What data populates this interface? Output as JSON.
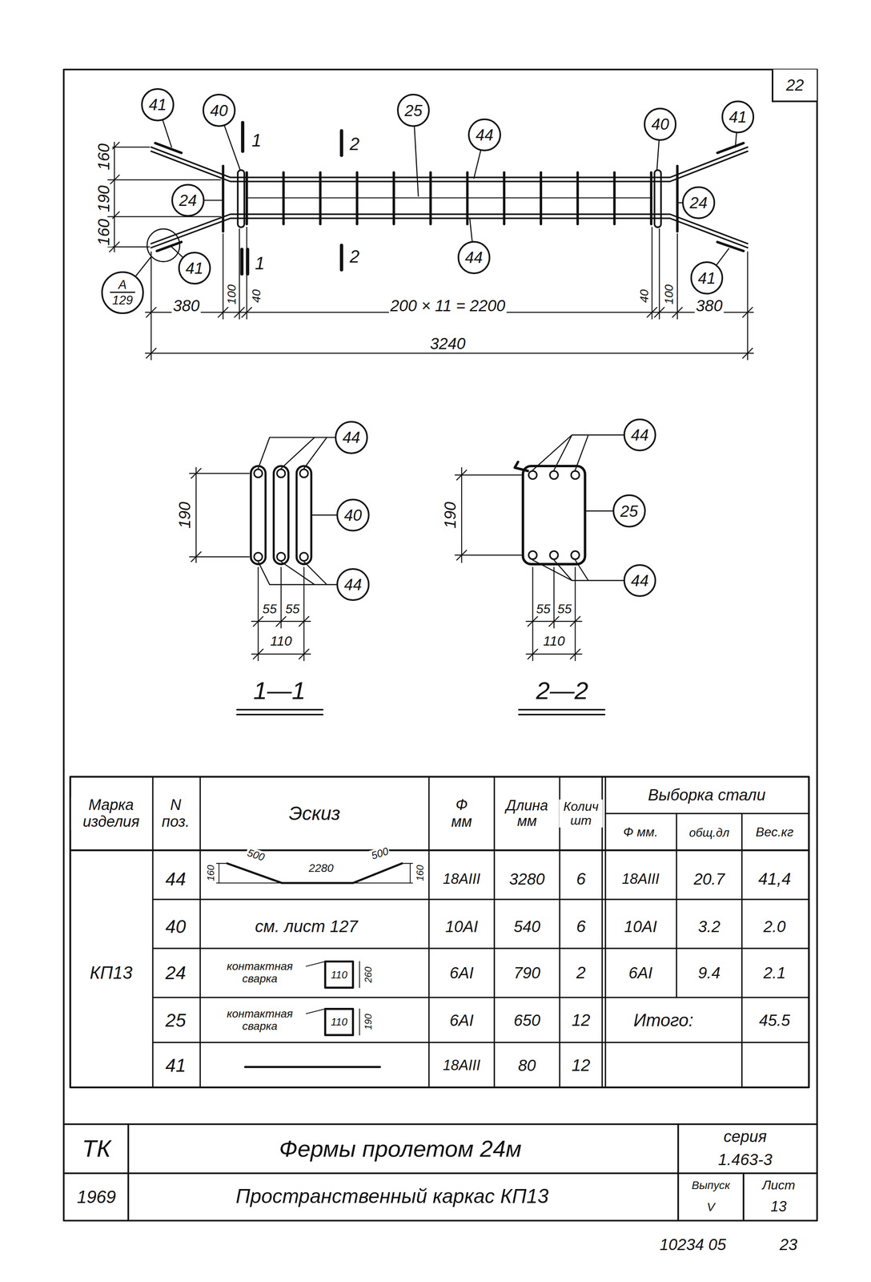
{
  "diagram": {
    "title": "Фермы пролетом 24м",
    "nodes": [
      {
        "text": [
          "22"
        ]
      },
      {
        "text": [
          "41"
        ]
      },
      {
        "text": [
          "40"
        ]
      },
      {
        "text": [
          "25"
        ]
      },
      {
        "text": [
          "44"
        ]
      },
      {
        "text": [
          "40"
        ]
      },
      {
        "text": [
          "41"
        ]
      },
      {
        "text": [
          "24"
        ]
      },
      {
        "text": [
          "24"
        ]
      },
      {
        "text": [
          "41"
        ]
      },
      {
        "text": [
          "A",
          "129"
        ]
      },
      {
        "text": [
          "44"
        ]
      },
      {
        "text": [
          "41"
        ]
      },
      {
        "text": [
          "44"
        ]
      },
      {
        "text": [
          "44"
        ]
      },
      {
        "text": [
          "40"
        ]
      },
      {
        "text": [
          "25"
        ]
      },
      {
        "text": [
          "44"
        ]
      },
      {
        "text": [
          "44"
        ]
      }
    ],
    "labels": [
      "160",
      "190",
      "160",
      "1",
      "2",
      "1",
      "2",
      "380",
      "100",
      "40",
      "200 × 11 = 2200",
      "40",
      "100",
      "380",
      "3240",
      "190",
      "55",
      "55",
      "110",
      "1—1",
      "190",
      "55",
      "55",
      "110",
      "2—2",
      "Марка изделия",
      "N поз.",
      "Эскиз",
      "Ф мм",
      "Длина мм",
      "Колич шт",
      "Выборка стали",
      "Ф мм.",
      "общ.дл",
      "Вес.кг",
      "44",
      "160",
      "500",
      "2280",
      "500",
      "160",
      "18АIII",
      "3280",
      "6",
      "18АIII",
      "20.7",
      "41,4",
      "40",
      "см. лист 127",
      "10АI",
      "540",
      "6",
      "10АI",
      "3.2",
      "2.0",
      "КП13",
      "24",
      "контактная сварка",
      "110",
      "260",
      "6АI",
      "790",
      "2",
      "6АI",
      "9.4",
      "2.1",
      "25",
      "контактная сварка",
      "110",
      "190",
      "6АI",
      "650",
      "12",
      "Итого:",
      "45.5",
      "41",
      "18АIII",
      "80",
      "12",
      "ТК",
      "серия",
      "1.463-3",
      "1969",
      "Пространственный каркас КП13",
      "Выпуск",
      "V",
      "Лист",
      "13",
      "10234 05",
      "23"
    ]
  }
}
